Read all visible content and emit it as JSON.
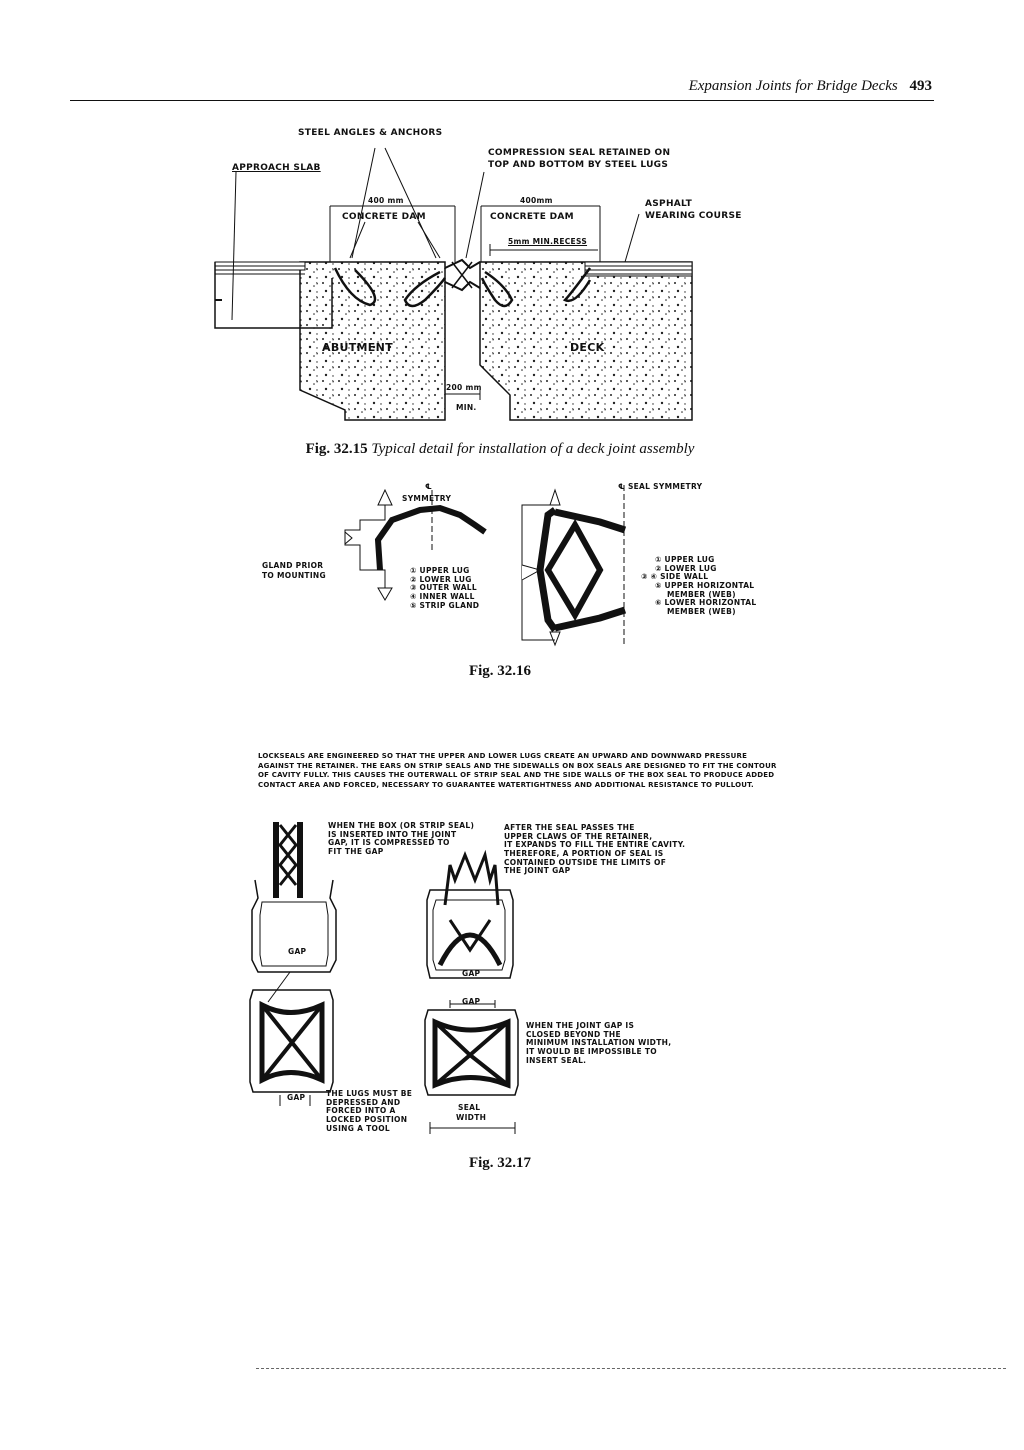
{
  "header": {
    "running_title": "Expansion Joints for Bridge Decks",
    "page_number": "493"
  },
  "fig15": {
    "labels": {
      "steel_angles": "STEEL ANGLES & ANCHORS",
      "approach_slab": "APPROACH SLAB",
      "compression_seal_1": "COMPRESSION SEAL RETAINED ON",
      "compression_seal_2": "TOP AND BOTTOM BY STEEL LUGS",
      "dim_left": "400 mm",
      "dim_right": "400mm",
      "dam_left": "CONCRETE DAM",
      "dam_right": "CONCRETE DAM",
      "asphalt_1": "ASPHALT",
      "asphalt_2": "WEARING COURSE",
      "recess": "5mm MIN.RECESS",
      "abutment": "ABUTMENT",
      "deck": "DECK",
      "gap": "200 mm",
      "min": "MIN."
    },
    "caption_num": "Fig. 32.15",
    "caption_text": "Typical detail for installation of a deck joint assembly"
  },
  "fig16": {
    "symmetry_left": "SYMMETRY",
    "symmetry_right": "SEAL SYMMETRY",
    "gland_prior_1": "GLAND PRIOR",
    "gland_prior_2": "TO MOUNTING",
    "legend_left": [
      "① UPPER LUG",
      "② LOWER LUG",
      "③ OUTER WALL",
      "④ INNER WALL",
      "⑤ STRIP GLAND"
    ],
    "legend_right": [
      "① UPPER LUG",
      "② LOWER LUG",
      "③ ④ SIDE WALL",
      "⑤ UPPER HORIZONTAL",
      "MEMBER (WEB)",
      "⑥ LOWER HORIZONTAL",
      "MEMBER (WEB)"
    ],
    "caption": "Fig. 32.16"
  },
  "fig17": {
    "paragraph": "LOCKSEALS ARE ENGINEERED SO THAT THE UPPER AND LOWER LUGS CREATE AN UPWARD AND DOWNWARD PRESSURE AGAINST THE RETAINER. THE EARS ON STRIP SEALS AND THE SIDEWALLS ON BOX SEALS ARE DESIGNED TO FIT THE CONTOUR OF CAVITY FULLY. THIS CAUSES THE OUTERWALL OF STRIP SEAL AND THE SIDE WALLS OF THE BOX SEAL TO PRODUCE ADDED CONTACT AREA AND FORCED, NECESSARY TO GUARANTEE WATERTIGHTNESS AND ADDITIONAL RESISTANCE TO PULLOUT.",
    "note_insert": [
      "WHEN THE BOX (OR STRIP SEAL)",
      "IS INSERTED INTO THE JOINT",
      "GAP, IT IS COMPRESSED TO",
      "FIT THE GAP"
    ],
    "note_after": [
      "AFTER THE SEAL PASSES THE",
      "UPPER CLAWS OF THE RETAINER,",
      "IT EXPANDS TO FILL THE ENTIRE CAVITY.",
      "THEREFORE, A PORTION OF SEAL IS",
      "CONTAINED OUTSIDE THE LIMITS OF",
      "THE JOINT GAP"
    ],
    "note_closed": [
      "WHEN THE JOINT GAP IS",
      "CLOSED BEYOND THE",
      "MINIMUM INSTALLATION WIDTH,",
      "IT WOULD BE IMPOSSIBLE TO",
      "INSERT SEAL."
    ],
    "note_lugs": [
      "THE LUGS MUST BE",
      "DEPRESSED AND",
      "FORCED INTO A",
      "LOCKED POSITION",
      "USING A TOOL"
    ],
    "gap": "GAP",
    "seal_1": "SEAL",
    "seal_2": "WIDTH",
    "caption": "Fig. 32.17"
  }
}
